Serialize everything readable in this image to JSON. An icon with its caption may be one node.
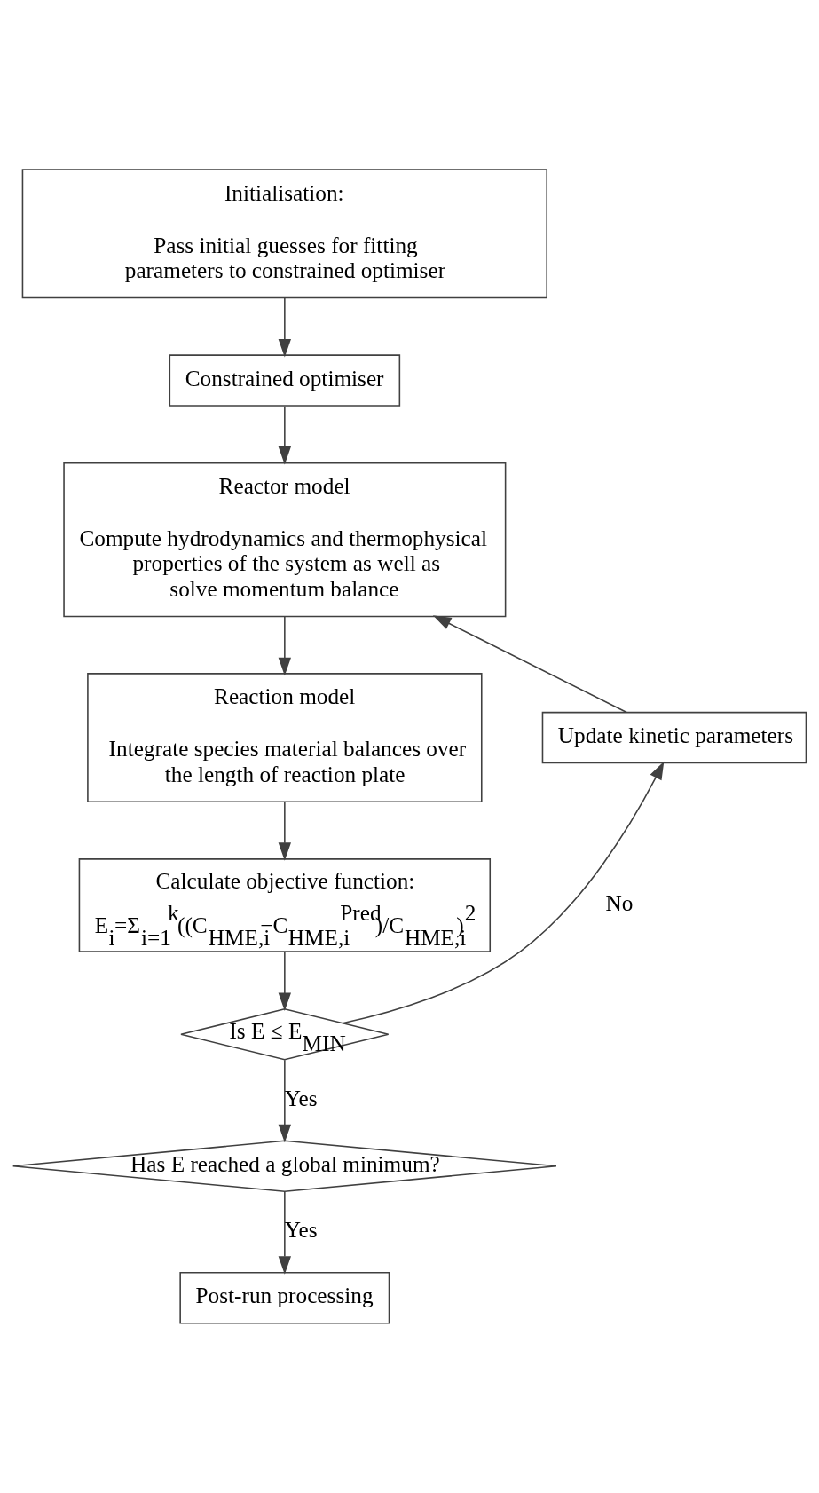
{
  "diagram": {
    "nodes": [
      {
        "text": [
          "Initialisation:",
          "Pass initial guesses for fitting parameters to constrained optimiser"
        ]
      },
      {
        "text": [
          "Constrained optimiser"
        ]
      },
      {
        "text": [
          "Reactor model",
          "Compute hydrodynamics and thermophysical properties of the system as well as solve momentum balance"
        ]
      },
      {
        "text": [
          "Update kinetic parameters"
        ]
      },
      {
        "text": [
          "Reaction model",
          "Integrate species material balances over the length of reaction plate"
        ]
      },
      {
        "text": [
          "Calculate objective function:",
          "E$_{i}$=Σ$_{i=1}$$^{k}$((C$_{HME,i}$−C$_{HME,i}$$^{Pred}$)/C$_{HME,i}$)$^{2}$"
        ]
      },
      {
        "text": [
          "Is E ≤ E$_{MIN}$"
        ]
      },
      {
        "text": [
          "Has E reached a global minimum?"
        ]
      },
      {
        "text": [
          "Post-run processing"
        ]
      }
    ],
    "edges": [
      {
        "from": 0,
        "to": 1,
        "arrow": "to"
      },
      {
        "from": 1,
        "to": 2,
        "arrow": "to"
      },
      {
        "from": 2,
        "to": 4,
        "arrow": "to"
      },
      {
        "from": 4,
        "to": 5,
        "arrow": "to"
      },
      {
        "from": 5,
        "to": 6,
        "arrow": "to"
      },
      {
        "from": 6,
        "to": 3,
        "arrow": "to",
        "label": "No"
      },
      {
        "from": 3,
        "to": 2,
        "arrow": "to"
      },
      {
        "from": 6,
        "to": 7,
        "arrow": "to",
        "label": "Yes"
      },
      {
        "from": 7,
        "to": 8,
        "arrow": "to",
        "label": "Yes"
      }
    ]
  }
}
